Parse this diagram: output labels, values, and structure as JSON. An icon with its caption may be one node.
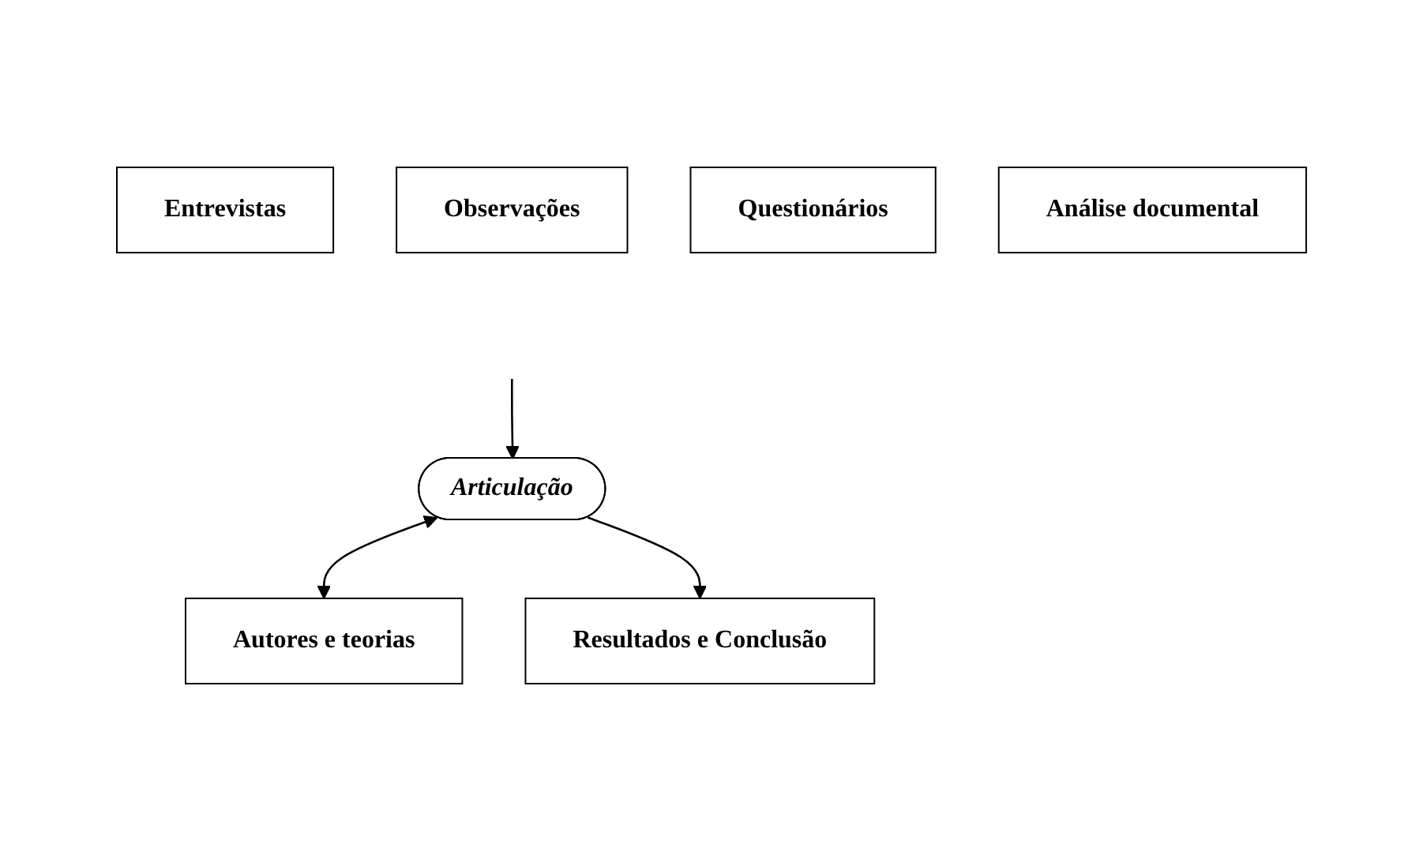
{
  "diagram": {
    "nodes": [
      {
        "text": [
          "Entrevistas"
        ]
      },
      {
        "text": [
          "Observações"
        ]
      },
      {
        "text": [
          "Questionários"
        ]
      },
      {
        "text": [
          "Análise documental"
        ]
      },
      {
        "text": [
          "Articulação"
        ]
      },
      {
        "text": [
          "Autores e teorias"
        ]
      },
      {
        "text": [
          "Resultados e Conclusão"
        ]
      }
    ],
    "edges": [
      {
        "from": null,
        "to": 4,
        "arrow": "to"
      },
      {
        "from": 4,
        "to": 5,
        "arrow": "both"
      },
      {
        "from": 4,
        "to": 6,
        "arrow": "to"
      }
    ]
  }
}
